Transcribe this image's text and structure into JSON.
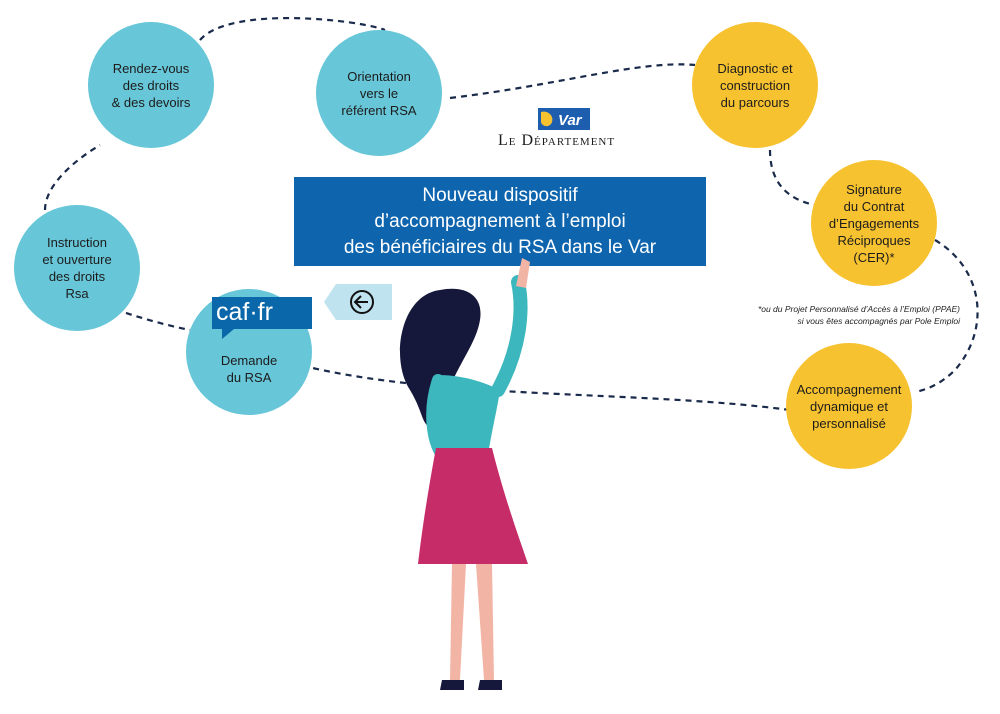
{
  "title": "Nouveau dispositif\nd’accompagnement à l’emploi\ndes bénéficiaires du RSA dans le Var",
  "logo": {
    "var_text": "Var",
    "department_text": "Le Département"
  },
  "caf_logo_text": "caf·fr",
  "steps": [
    {
      "id": "instruction",
      "label": "Instruction\net ouverture\ndes droits\nRsa",
      "color": "#67c6d8"
    },
    {
      "id": "demande",
      "label": "Demande\ndu RSA",
      "color": "#67c6d8"
    },
    {
      "id": "rendez-vous",
      "label": "Rendez-vous\ndes droits\n& des devoirs",
      "color": "#67c6d8"
    },
    {
      "id": "orientation",
      "label": "Orientation\nvers le\nréférent RSA",
      "color": "#67c6d8"
    },
    {
      "id": "diagnostic",
      "label": "Diagnostic et\nconstruction\ndu parcours",
      "color": "#f7c22f"
    },
    {
      "id": "signature",
      "label": "Signature\ndu Contrat\nd’Engagements\nRéciproques\n(CER)*",
      "color": "#f7c22f"
    },
    {
      "id": "accompagnement",
      "label": "Accompagnement\ndynamique et\npersonnalisé",
      "color": "#f7c22f"
    }
  ],
  "footnote": "*ou du Projet Personnalisé d’Accès à l’Emploi (PPAE)\nsi vous êtes accompagnés par Pole Emploi",
  "colors": {
    "blue_step": "#67c6d8",
    "yellow_step": "#f7c22f",
    "title_bg": "#0e65ae",
    "connector": "#1a2a4a",
    "skirt": "#c52c68",
    "top": "#3bb7bd",
    "hair": "#15183a"
  }
}
